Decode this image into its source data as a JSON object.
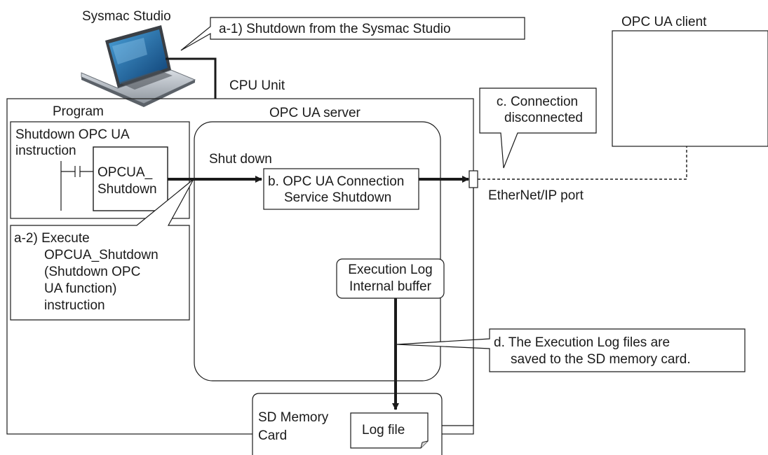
{
  "sysmac_studio": "Sysmac Studio",
  "callout_a1": "a-1) Shutdown from the Sysmac Studio",
  "cpu_unit": "CPU Unit",
  "program": "Program",
  "instruction_title_1": "Shutdown OPC UA",
  "instruction_title_2": "instruction",
  "fb_name_1": "OPCUA_",
  "fb_name_2": "Shutdown",
  "callout_a2": {
    "line1": "a-2) Execute",
    "line2": "OPCUA_Shutdown",
    "line3": "(Shutdown OPC",
    "line4": "UA function)",
    "line5": "instruction"
  },
  "opcua_server": "OPC UA server",
  "shut_down": "Shut down",
  "service_b": {
    "line1": "b. OPC UA Connection",
    "line2": "Service Shutdown"
  },
  "exec_log_buffer": {
    "line1": "Execution Log",
    "line2": "Internal buffer"
  },
  "callout_c": {
    "line1": "c. Connection",
    "line2": "disconnected"
  },
  "opcua_client": "OPC UA client",
  "ethernet_port": "EtherNet/IP port",
  "callout_d": {
    "line1": "d. The Execution Log files are",
    "line2": "saved to the SD memory card."
  },
  "sd_card": {
    "line1": "SD Memory",
    "line2": "Card"
  },
  "log_file": "Log file"
}
